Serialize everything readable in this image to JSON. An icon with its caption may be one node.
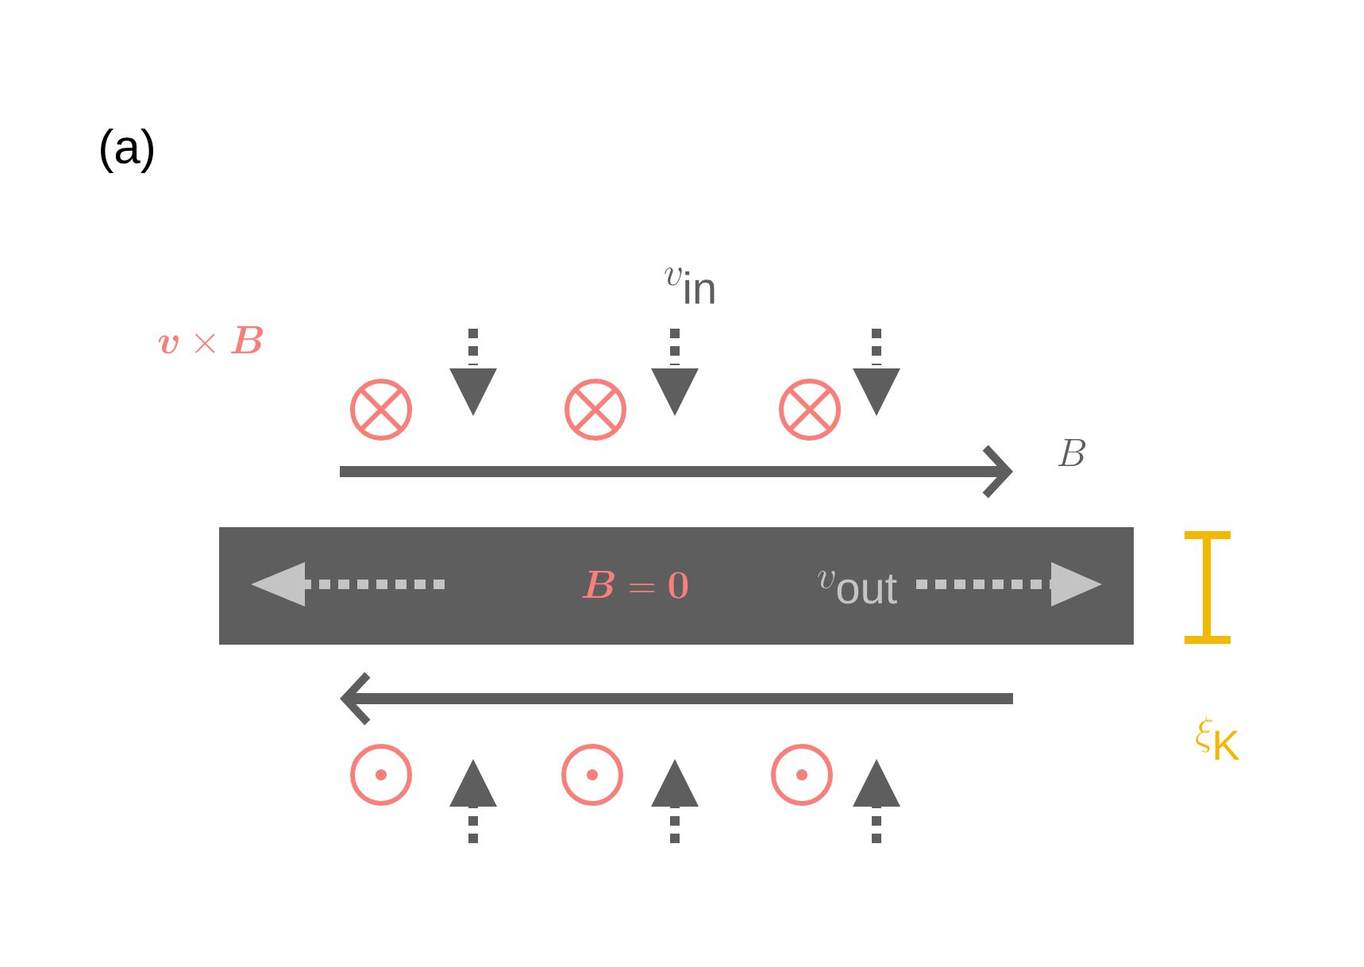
{
  "diagram": {
    "nodes": [
      {
        "text": [
          "\\bm{B}=\\bm{0}",
          "v_{\\rm out}"
        ]
      }
    ],
    "labels": [
      "(a)",
      "\\bm{v}\\times\\bm{B}",
      "v_{\\rm in}",
      "B",
      "\\xi_{\\rm K}"
    ]
  }
}
